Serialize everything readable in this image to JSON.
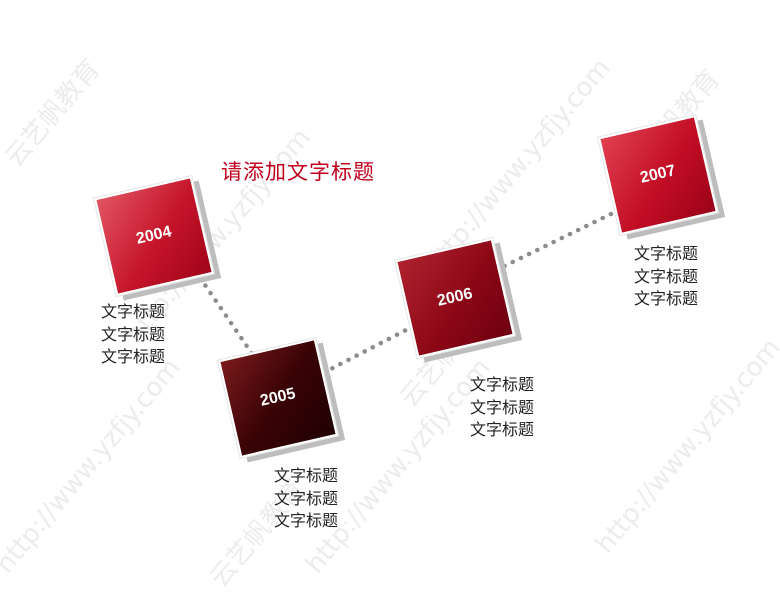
{
  "title": "请添加文字标题",
  "watermark": [
    "http://www.yzfjy.com",
    "云艺帆教育"
  ],
  "colors": {
    "title": "#c0001b",
    "dots": "#8c8c8c"
  },
  "items": [
    {
      "year": "2004",
      "lines": [
        "文字标题",
        "文字标题",
        "文字标题"
      ]
    },
    {
      "year": "2005",
      "lines": [
        "文字标题",
        "文字标题",
        "文字标题"
      ]
    },
    {
      "year": "2006",
      "lines": [
        "文字标题",
        "文字标题",
        "文字标题"
      ]
    },
    {
      "year": "2007",
      "lines": [
        "文字标题",
        "文字标题",
        "文字标题"
      ]
    }
  ]
}
